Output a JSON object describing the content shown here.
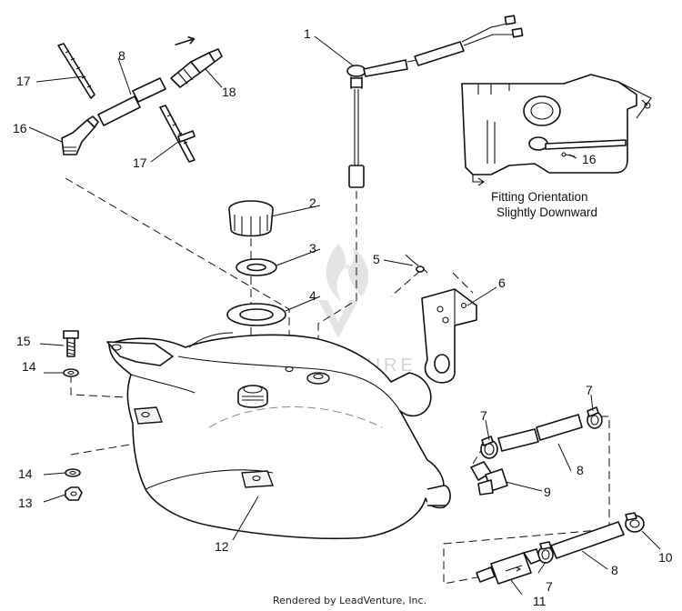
{
  "callouts": [
    {
      "id": "c1",
      "label": "1"
    },
    {
      "id": "c2",
      "label": "2"
    },
    {
      "id": "c3",
      "label": "3"
    },
    {
      "id": "c4",
      "label": "4"
    },
    {
      "id": "c5",
      "label": "5"
    },
    {
      "id": "c6",
      "label": "6"
    },
    {
      "id": "c7a",
      "label": "7"
    },
    {
      "id": "c7b",
      "label": "7"
    },
    {
      "id": "c7c",
      "label": "7"
    },
    {
      "id": "c8a",
      "label": "8"
    },
    {
      "id": "c8b",
      "label": "8"
    },
    {
      "id": "c8c",
      "label": "8"
    },
    {
      "id": "c9",
      "label": "9"
    },
    {
      "id": "c10",
      "label": "10"
    },
    {
      "id": "c11",
      "label": "11"
    },
    {
      "id": "c12",
      "label": "12"
    },
    {
      "id": "c13",
      "label": "13"
    },
    {
      "id": "c14a",
      "label": "14"
    },
    {
      "id": "c14b",
      "label": "14"
    },
    {
      "id": "c15",
      "label": "15"
    },
    {
      "id": "c16a",
      "label": "16"
    },
    {
      "id": "c16b",
      "label": "16"
    },
    {
      "id": "c17a",
      "label": "17"
    },
    {
      "id": "c17b",
      "label": "17"
    },
    {
      "id": "c18",
      "label": "18"
    }
  ],
  "inset_note": {
    "line1": "Fitting Orientation",
    "line2": "Slightly Downward"
  },
  "watermark": "LEADVENTURE",
  "credit": "Rendered by LeadVenture, Inc."
}
